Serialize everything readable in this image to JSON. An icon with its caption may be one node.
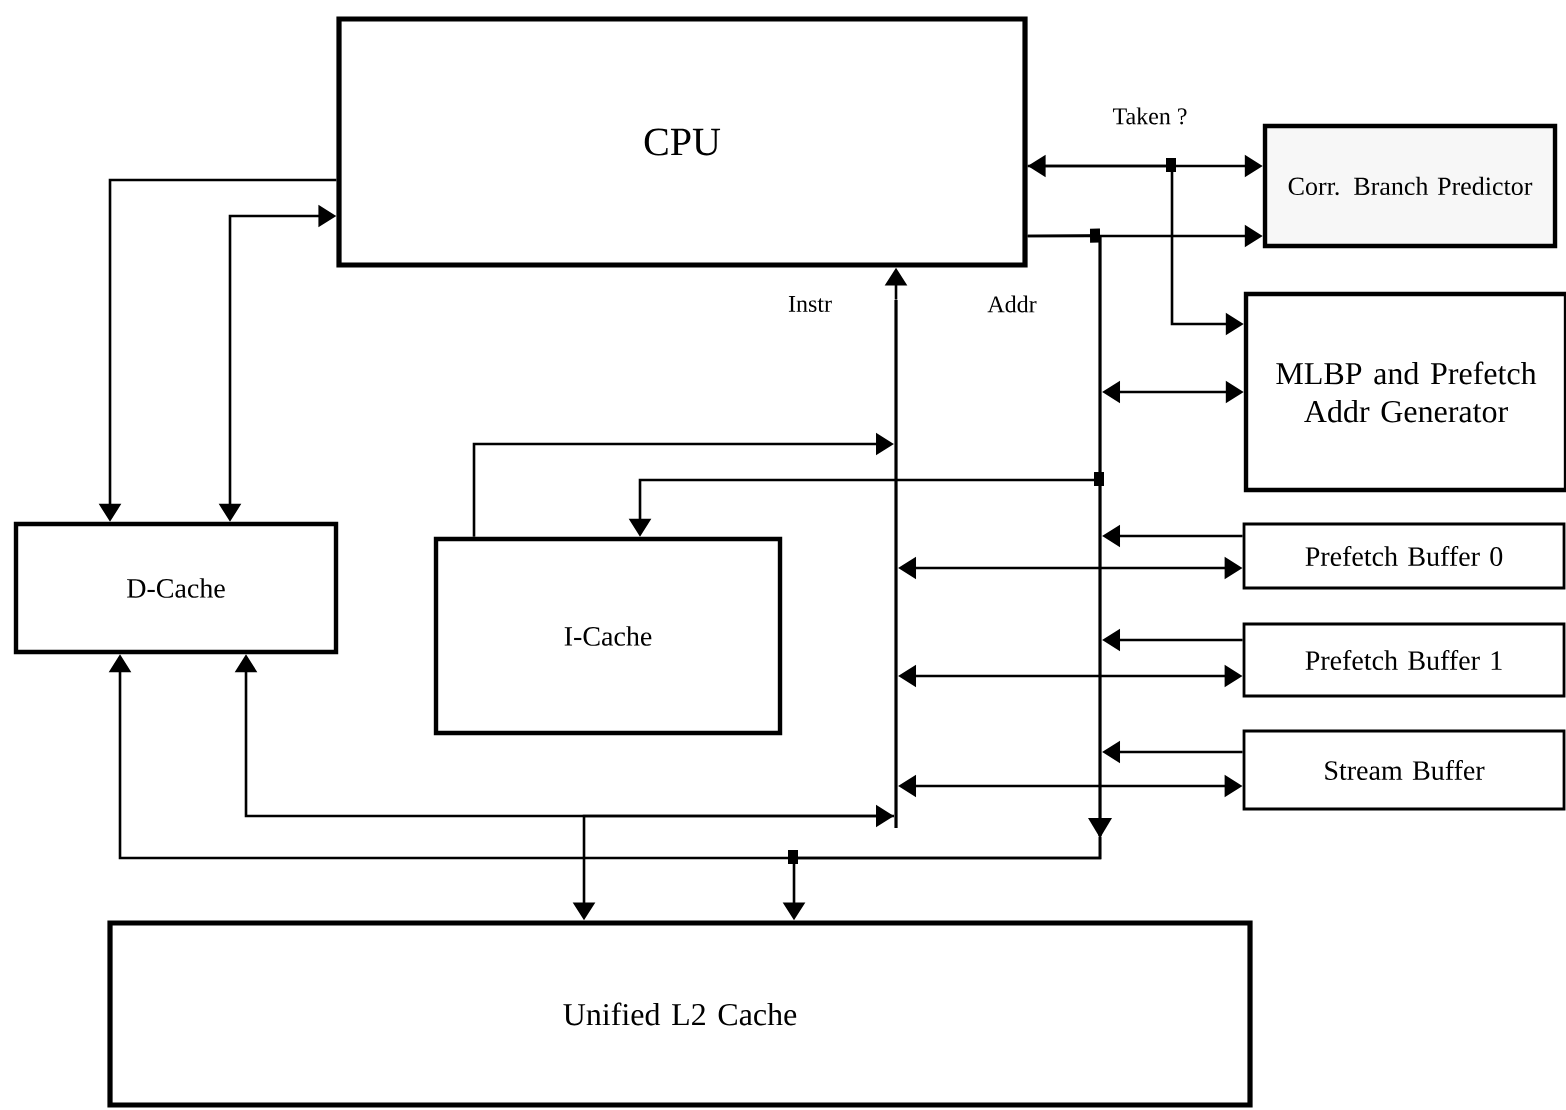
{
  "diagram": {
    "nodes": [
      {
        "text": [
          "CPU"
        ]
      },
      {
        "text": [
          "Corr. Branch Predictor"
        ]
      },
      {
        "text": [
          "MLBP and Prefetch Addr Generator"
        ]
      },
      {
        "text": [
          "D-Cache"
        ]
      },
      {
        "text": [
          "I-Cache"
        ]
      },
      {
        "text": [
          "Prefetch Buffer 0"
        ]
      },
      {
        "text": [
          "Prefetch Buffer 1"
        ]
      },
      {
        "text": [
          "Stream Buffer"
        ]
      },
      {
        "text": [
          "Unified L2 Cache"
        ]
      },
      {
        "text": [],
        "shape": "bar"
      },
      {
        "text": [],
        "shape": "bar"
      }
    ],
    "labels": [
      "Instr",
      "Addr"
    ],
    "edges": [
      {
        "from": 0,
        "to": 3,
        "arrow": "to"
      },
      {
        "from": 3,
        "to": 0,
        "arrow": "both"
      },
      {
        "from": 0,
        "to": 1,
        "arrow": "both",
        "label": "Taken ?"
      },
      {
        "from": 0,
        "to": 2,
        "arrow": "to"
      },
      {
        "from": 0,
        "to": 1,
        "arrow": "to"
      },
      {
        "from": 0,
        "to": 10,
        "arrow": "other"
      },
      {
        "from": 9,
        "to": 0,
        "arrow": "to"
      },
      {
        "from": 4,
        "to": 9,
        "arrow": "to"
      },
      {
        "from": 10,
        "to": 4,
        "arrow": "to"
      },
      {
        "from": 10,
        "to": 2,
        "arrow": "both"
      },
      {
        "from": 5,
        "to": 10,
        "arrow": "to"
      },
      {
        "from": 6,
        "to": 10,
        "arrow": "to"
      },
      {
        "from": 7,
        "to": 10,
        "arrow": "to"
      },
      {
        "from": 9,
        "to": 5,
        "arrow": "both"
      },
      {
        "from": 9,
        "to": 6,
        "arrow": "both"
      },
      {
        "from": 9,
        "to": 7,
        "arrow": "both"
      },
      {
        "from": 9,
        "to": 3,
        "arrow": "to"
      },
      {
        "from": 8,
        "to": 9,
        "arrow": "both"
      },
      {
        "from": 10,
        "to": 3,
        "arrow": "to"
      },
      {
        "from": 10,
        "to": 8,
        "arrow": "to"
      }
    ]
  }
}
